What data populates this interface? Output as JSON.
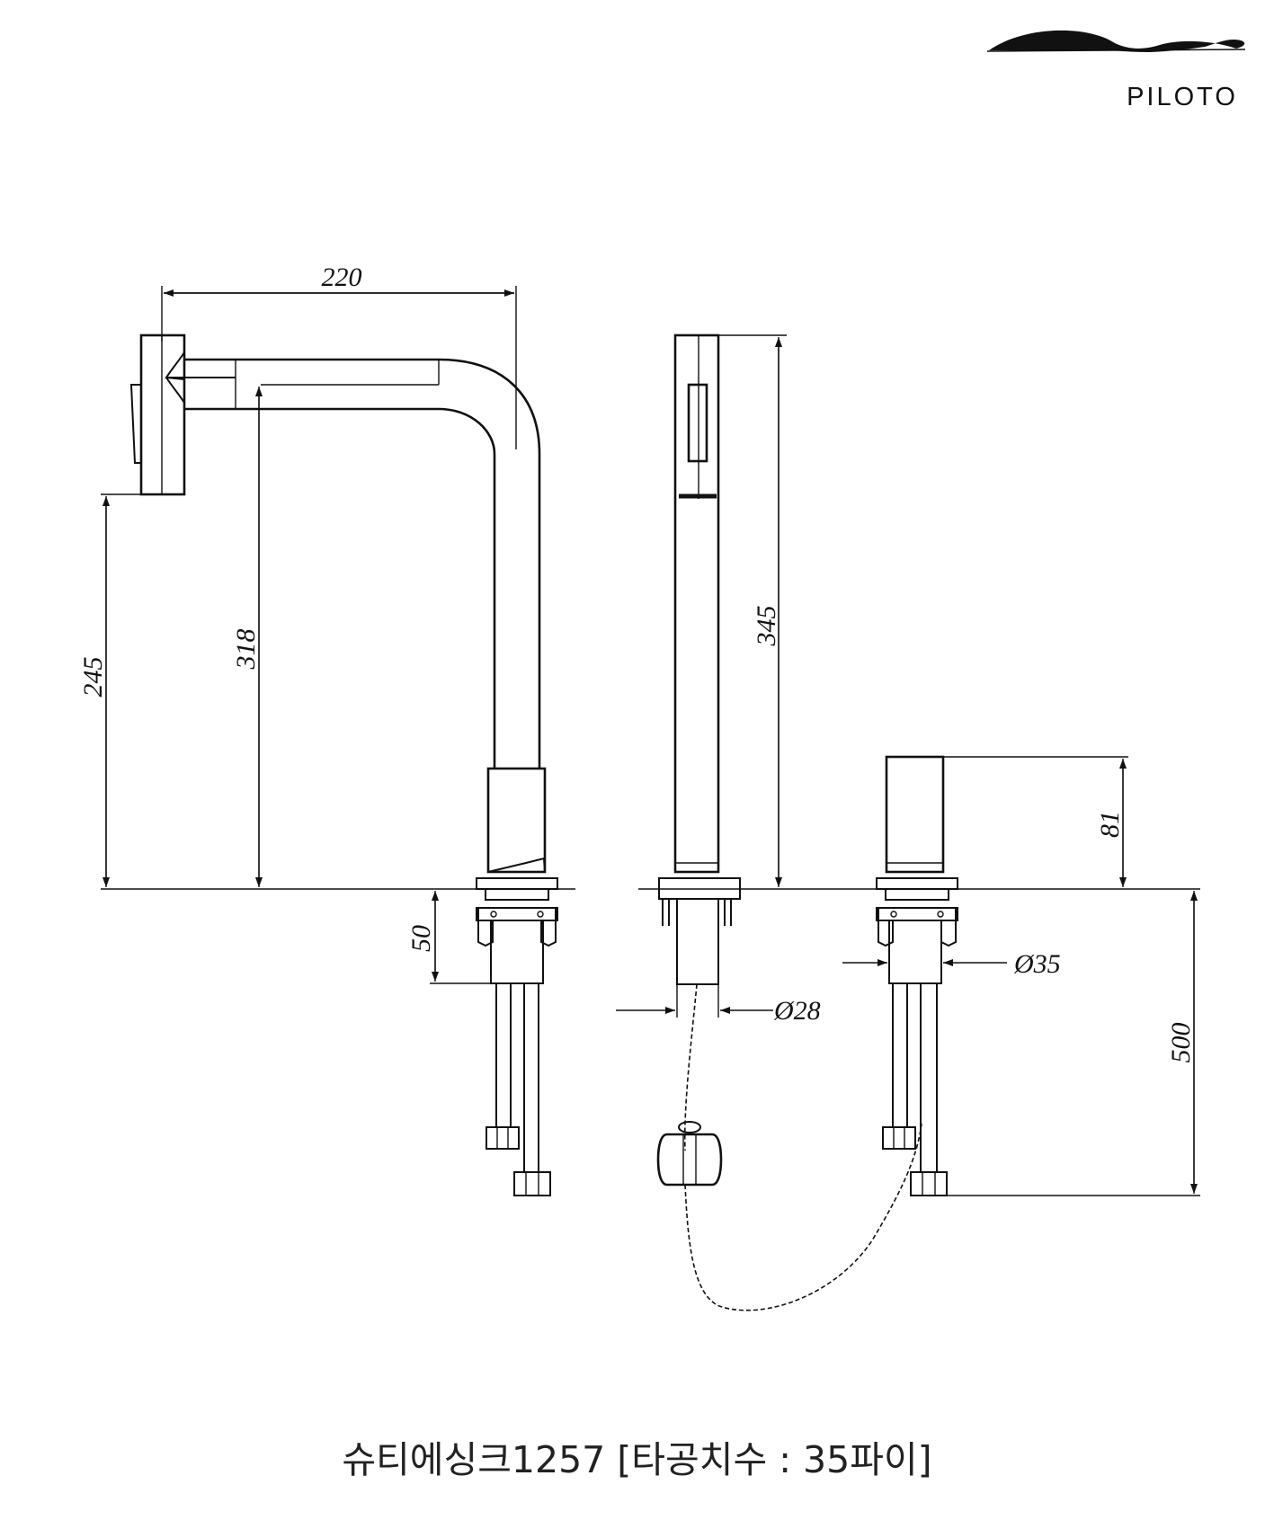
{
  "brand": {
    "name": "PILOTO"
  },
  "caption": "슈티에싱크1257 [타공치수 : 35파이]",
  "dimensions": {
    "reach": "220",
    "spout_height": "245",
    "clearance": "318",
    "sprayer_height": "345",
    "handle_height": "81",
    "shank_length": "50",
    "sprayer_diameter": "Ø28",
    "hole_diameter": "Ø35",
    "hose_length": "500"
  }
}
